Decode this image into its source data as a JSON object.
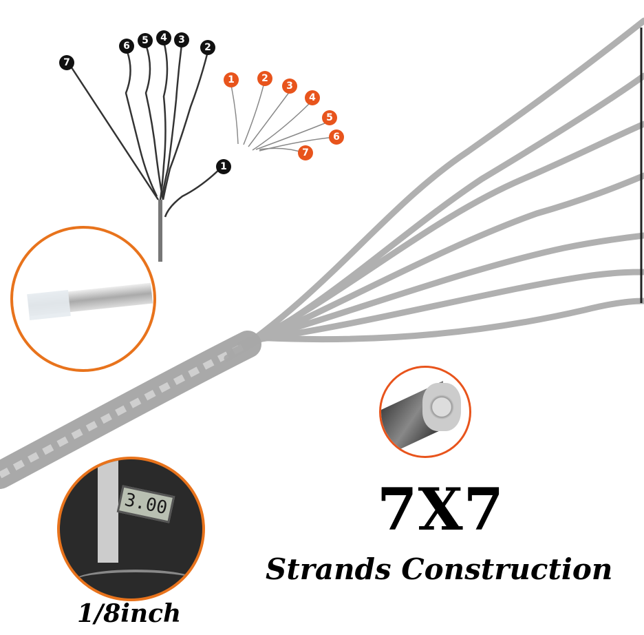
{
  "diagram": {
    "core_strand_labels": [
      "7",
      "6",
      "5",
      "4",
      "3",
      "2",
      "1"
    ],
    "outer_strand_labels": [
      "1",
      "2",
      "3",
      "4",
      "5",
      "6",
      "7"
    ]
  },
  "caliper": {
    "reading": "3.00"
  },
  "text": {
    "construction": "7X7",
    "subtitle": "Strands Construction",
    "diameter": "1/8inch"
  },
  "colors": {
    "accent_orange": "#e8731c",
    "badge_orange": "#e8541c",
    "badge_black": "#111111"
  }
}
